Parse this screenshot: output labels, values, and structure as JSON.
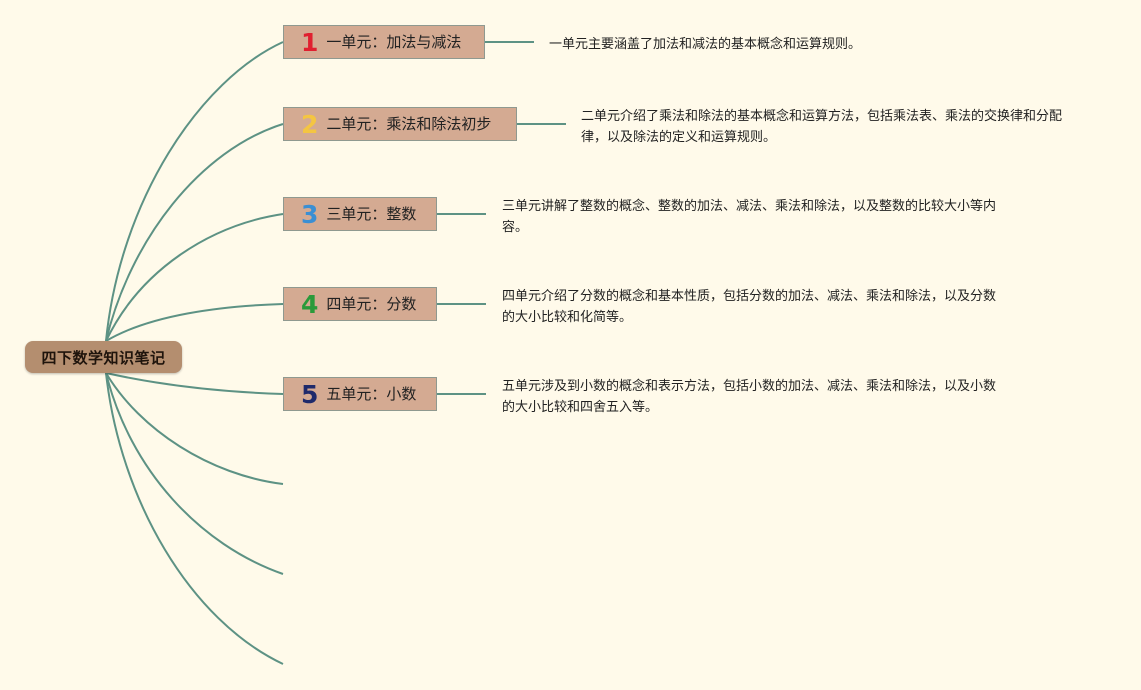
{
  "root": {
    "title": "四下数学知识笔记"
  },
  "units": [
    {
      "number": "1",
      "title": "一单元：加法与减法",
      "description": "一单元主要涵盖了加法和减法的基本概念和运算规则。",
      "color": "#e02030"
    },
    {
      "number": "2",
      "title": "二单元：乘法和除法初步",
      "description": "二单元介绍了乘法和除法的基本概念和运算方法，包括乘法表、乘法的交换律和分配律，以及除法的定义和运算规则。",
      "color": "#f4c542"
    },
    {
      "number": "3",
      "title": "三单元：整数",
      "description": "三单元讲解了整数的概念、整数的加法、减法、乘法和除法，以及整数的比较大小等内容。",
      "color": "#3a8fd4"
    },
    {
      "number": "4",
      "title": "四单元：分数",
      "description": "四单元介绍了分数的概念和基本性质，包括分数的加法、减法、乘法和除法，以及分数的大小比较和化简等。",
      "color": "#2a9a3a"
    },
    {
      "number": "5",
      "title": "五单元：小数",
      "description": "五单元涉及到小数的概念和表示方法，包括小数的加法、减法、乘法和除法，以及小数的大小比较和四舍五入等。",
      "color": "#1f2a6b"
    }
  ],
  "colors": {
    "background": "#fffaea",
    "connector": "#5d9284",
    "root_fill": "#b48e6f",
    "unit_fill": "#d4aa92"
  }
}
